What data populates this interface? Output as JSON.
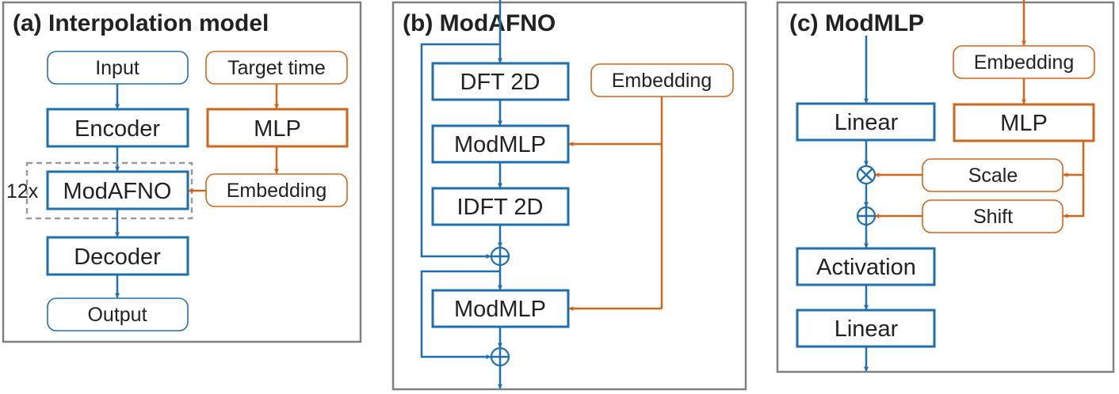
{
  "colors": {
    "blue": "#1f6fae",
    "orange": "#d0661b",
    "panel_border": "#808080",
    "dashed": "#9a9a9a"
  },
  "panel_a": {
    "title": "(a) Interpolation model",
    "input": "Input",
    "target_time": "Target time",
    "encoder": "Encoder",
    "mlp": "MLP",
    "repeat": "12x",
    "modafno": "ModAFNO",
    "embedding": "Embedding",
    "decoder": "Decoder",
    "output": "Output"
  },
  "panel_b": {
    "title": "(b) ModAFNO",
    "dft": "DFT 2D",
    "embedding": "Embedding",
    "modmlp_1": "ModMLP",
    "idft": "IDFT 2D",
    "modmlp_2": "ModMLP"
  },
  "panel_c": {
    "title": "(c) ModMLP",
    "embedding": "Embedding",
    "linear_1": "Linear",
    "mlp": "MLP",
    "scale": "Scale",
    "shift": "Shift",
    "activation": "Activation",
    "linear_2": "Linear"
  }
}
